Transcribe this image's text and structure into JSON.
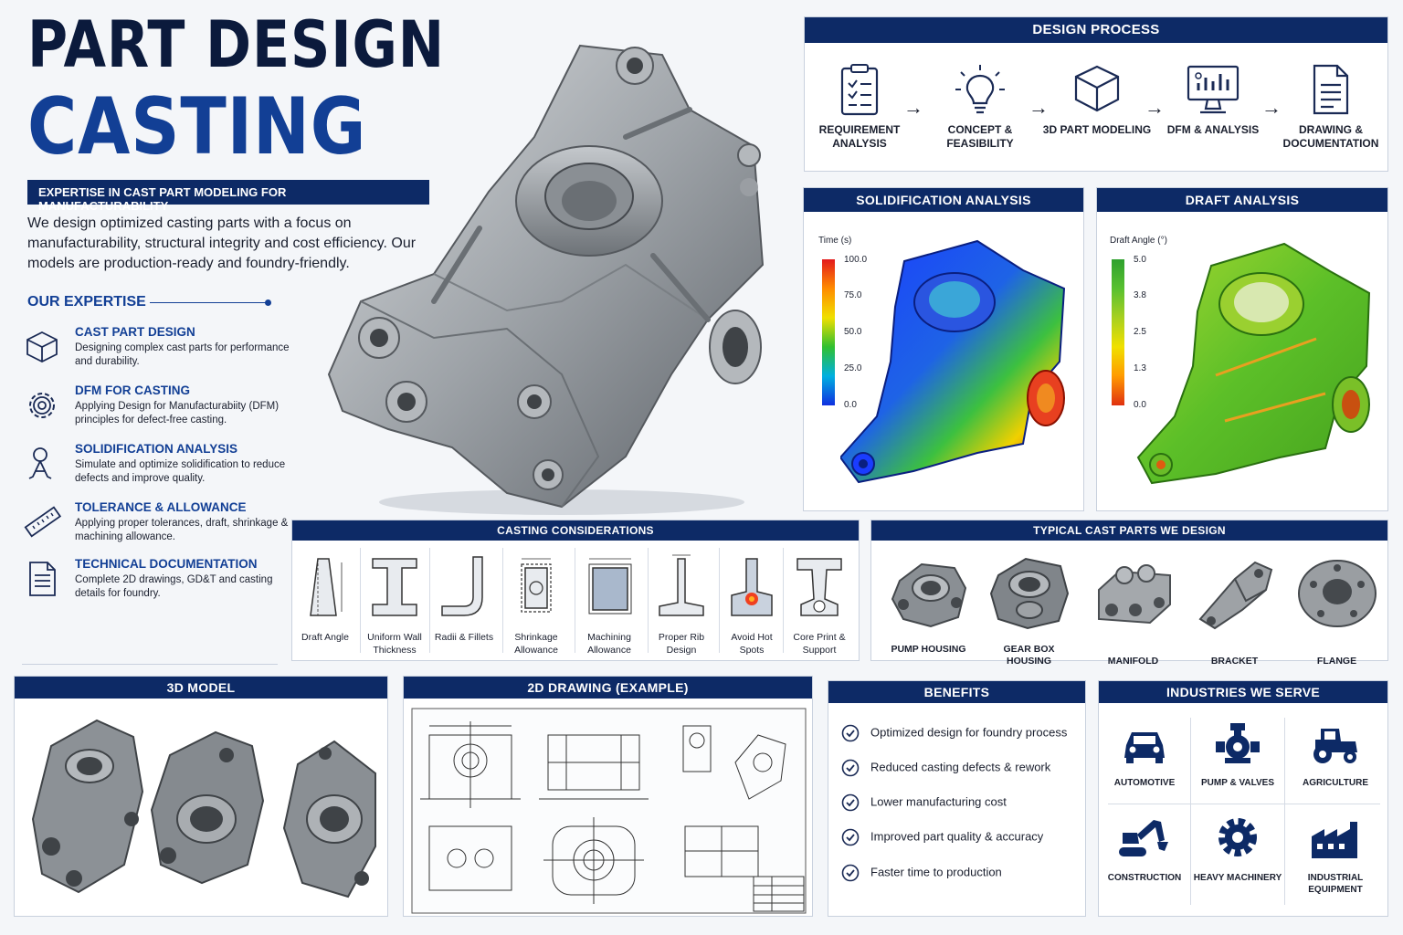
{
  "hero": {
    "title_line1": "PART DESIGN",
    "title_line2": "CASTING",
    "subtitle": "EXPERTISE IN CAST PART MODELING FOR MANUFACTURABILITY",
    "intro": "We design optimized casting parts with a focus on manufacturability, structural integrity and cost efficiency. Our models are production-ready and foundry-friendly."
  },
  "expertise": {
    "heading": "OUR EXPERTISE",
    "items": [
      {
        "title": "CAST PART DESIGN",
        "desc": "Designing complex cast parts for performance and durability.",
        "icon": "cube-icon"
      },
      {
        "title": "DFM FOR CASTING",
        "desc": "Applying Design for Manufacturabiity (DFM) principles for defect-free casting.",
        "icon": "gear-icon"
      },
      {
        "title": "SOLIDIFICATION ANALYSIS",
        "desc": "Simulate and optimize solidification to reduce defects and improve quality.",
        "icon": "flask-icon"
      },
      {
        "title": "TOLERANCE & ALLOWANCE",
        "desc": "Applying proper tolerances, draft, shrinkage & machining allowance.",
        "icon": "ruler-icon"
      },
      {
        "title": "TECHNICAL DOCUMENTATION",
        "desc": "Complete 2D drawings, GD&T and casting details for foundry.",
        "icon": "document-icon"
      }
    ]
  },
  "process": {
    "title": "DESIGN PROCESS",
    "steps": [
      {
        "label": "REQUIREMENT ANALYSIS",
        "icon": "clipboard-icon"
      },
      {
        "label": "CONCEPT & FEASIBILITY",
        "icon": "lightbulb-icon"
      },
      {
        "label": "3D PART MODELING",
        "icon": "cube-icon"
      },
      {
        "label": "DFM & ANALYSIS",
        "icon": "monitor-chart-icon"
      },
      {
        "label": "DRAWING & DOCUMENTATION",
        "icon": "document-icon"
      }
    ]
  },
  "solidification": {
    "title": "SOLIDIFICATION ANALYSIS",
    "legend_title": "Time (s)",
    "legend_values": [
      "100.0",
      "75.0",
      "50.0",
      "25.0",
      "0.0"
    ]
  },
  "draft": {
    "title": "DRAFT ANALYSIS",
    "legend_title": "Draft Angle (°)",
    "legend_values": [
      "5.0",
      "3.8",
      "2.5",
      "1.3",
      "0.0"
    ]
  },
  "considerations": {
    "title": "CASTING CONSIDERATIONS",
    "items": [
      "Draft Angle",
      "Uniform Wall Thickness",
      "Radii & Fillets",
      "Shrinkage Allowance",
      "Machining Allowance",
      "Proper Rib Design",
      "Avoid Hot Spots",
      "Core Print & Support"
    ]
  },
  "typical": {
    "title": "TYPICAL CAST PARTS WE DESIGN",
    "items": [
      "PUMP HOUSING",
      "GEAR BOX HOUSING",
      "MANIFOLD",
      "BRACKET",
      "FLANGE"
    ]
  },
  "model": {
    "title": "3D MODEL"
  },
  "drawing": {
    "title": "2D DRAWING (EXAMPLE)"
  },
  "benefits": {
    "title": "BENEFITS",
    "items": [
      "Optimized design for foundry process",
      "Reduced casting defects & rework",
      "Lower manufacturing cost",
      "Improved part quality & accuracy",
      "Faster time to production"
    ]
  },
  "industries": {
    "title": "INDUSTRIES WE SERVE",
    "items": [
      {
        "label": "AUTOMOTIVE",
        "icon": "car-icon"
      },
      {
        "label": "PUMP & VALVES",
        "icon": "pump-icon"
      },
      {
        "label": "AGRICULTURE",
        "icon": "tractor-icon"
      },
      {
        "label": "CONSTRUCTION",
        "icon": "excavator-icon"
      },
      {
        "label": "HEAVY MACHINERY",
        "icon": "gear-icon"
      },
      {
        "label": "INDUSTRIAL EQUIPMENT",
        "icon": "factory-icon"
      }
    ]
  },
  "colors": {
    "navy": "#0d2a66",
    "accent_blue": "#123f95",
    "panel_border": "#c9d1de"
  }
}
